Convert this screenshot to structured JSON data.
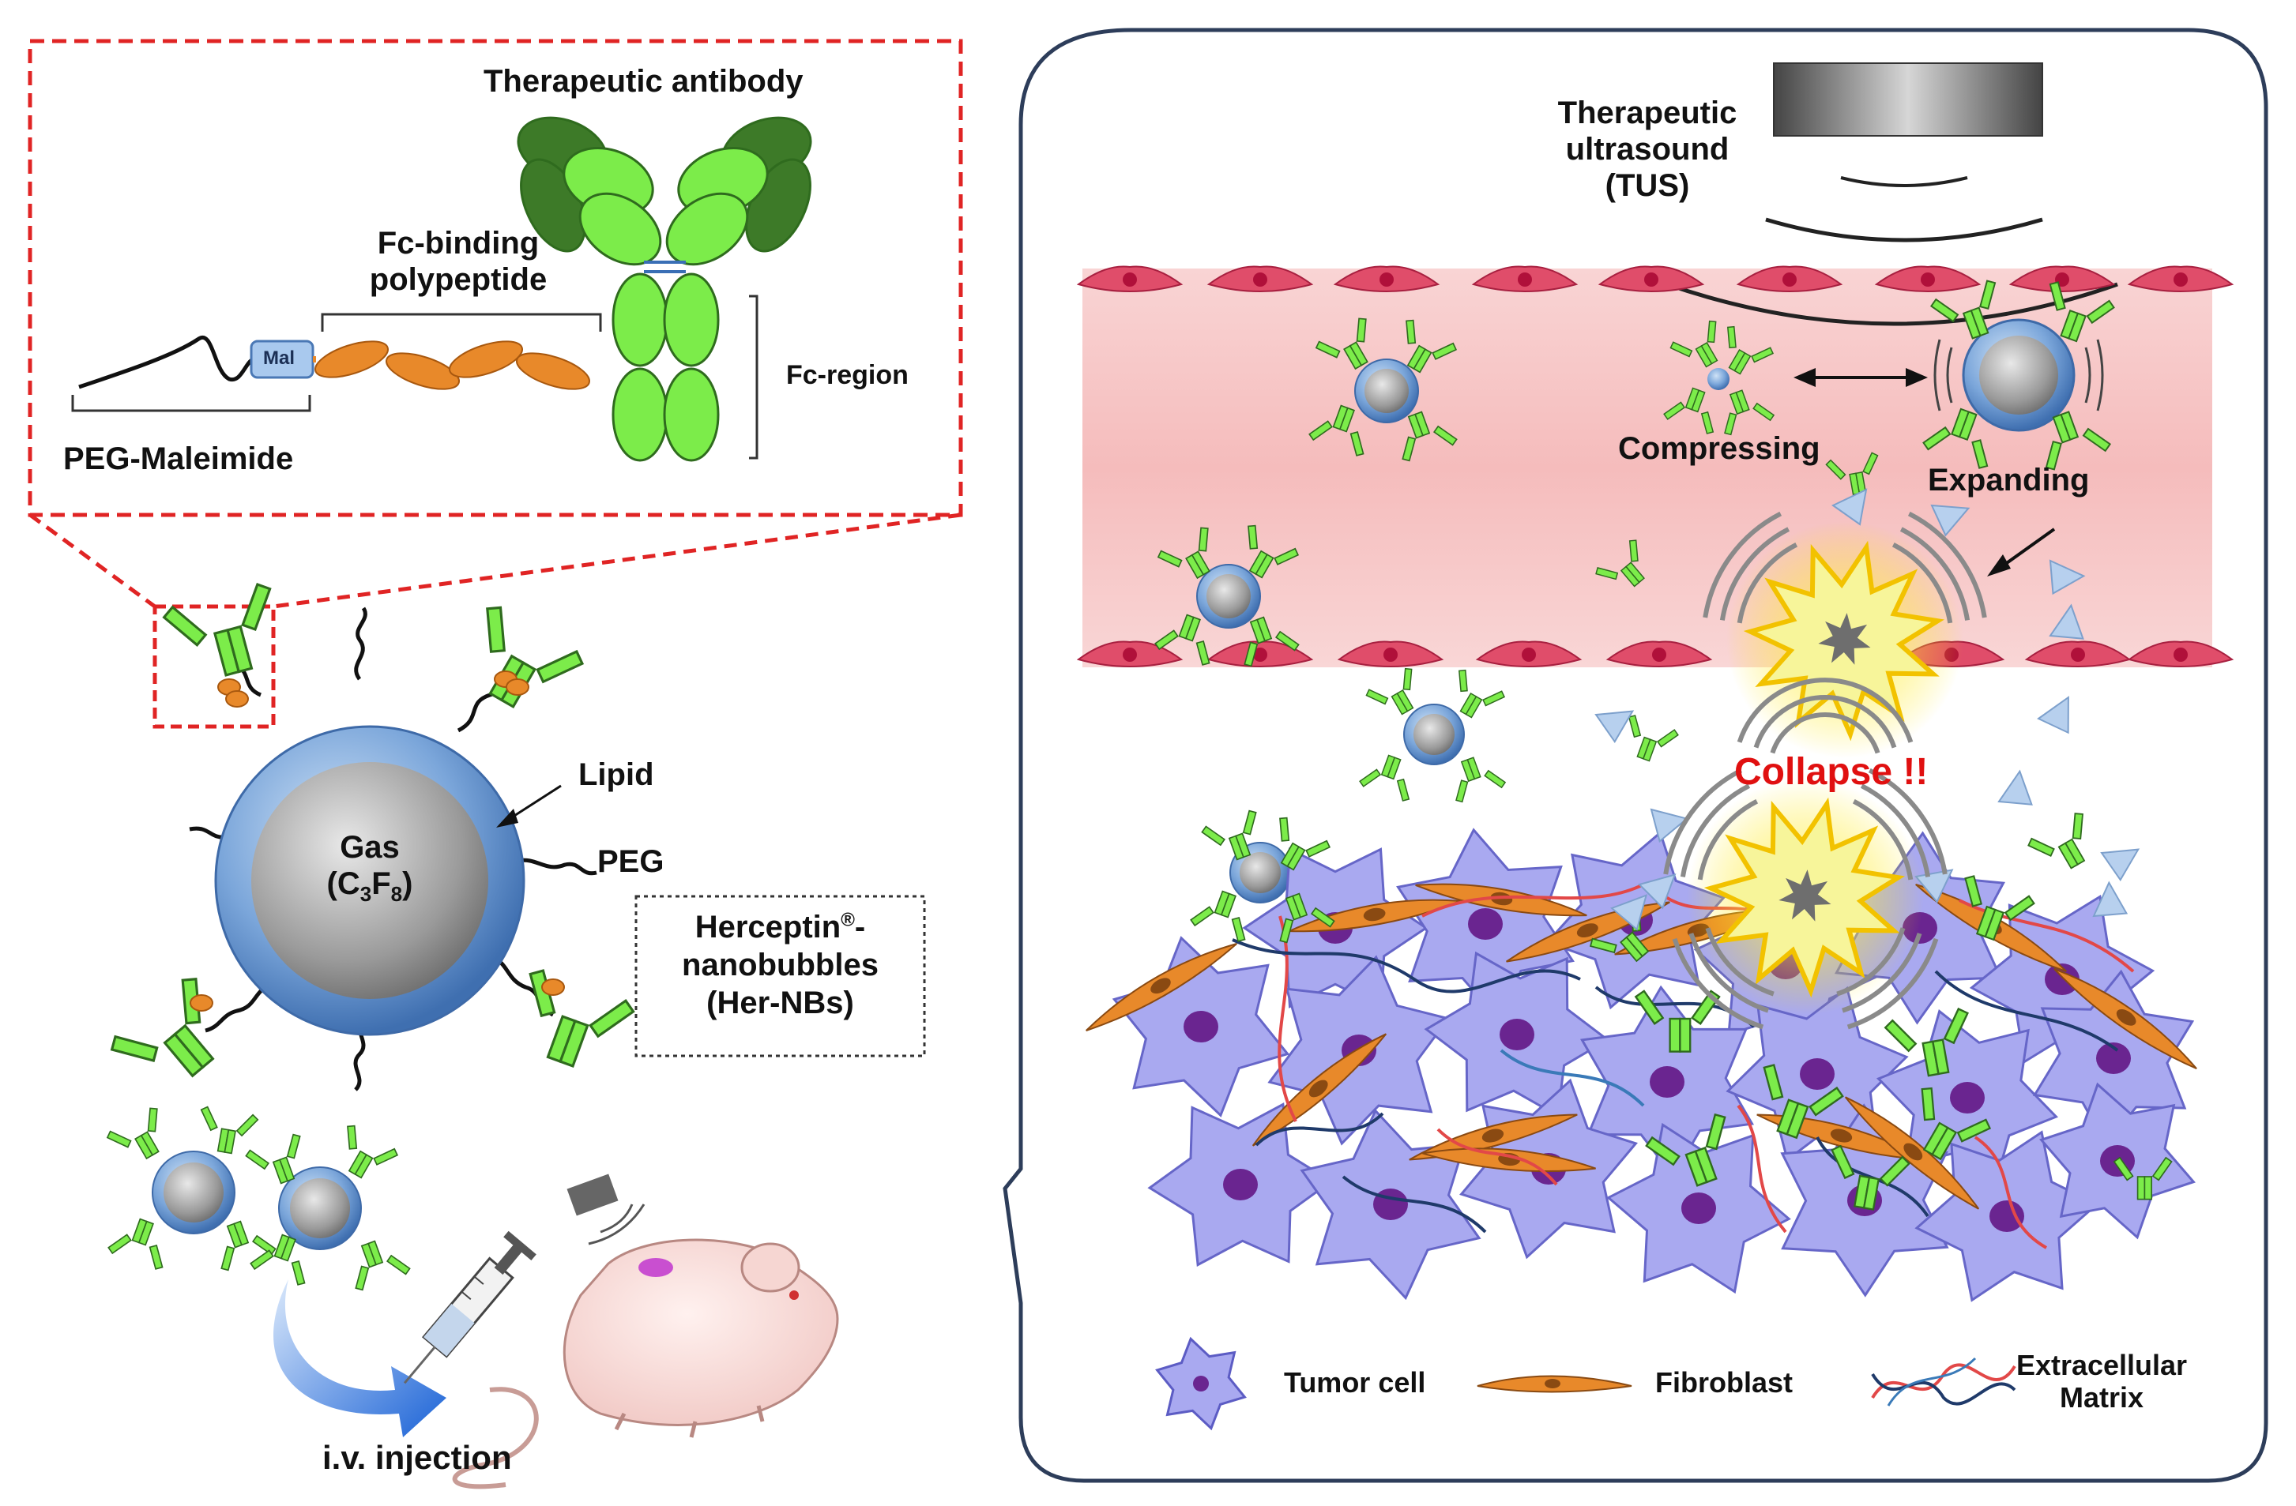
{
  "inset": {
    "therapeutic_antibody": "Therapeutic antibody",
    "fc_binding_line1": "Fc-binding",
    "fc_binding_line2": "polypeptide",
    "mal": "Mal",
    "peg_maleimide": "PEG-Maleimide",
    "fc_region": "Fc-region"
  },
  "bubble": {
    "gas": "Gas",
    "gas_formula": "(C",
    "sub3": "3",
    "f": "F",
    "sub8": "8",
    "close": ")",
    "lipid": "Lipid",
    "peg": "PEG"
  },
  "product": {
    "line1_a": "Herceptin",
    "line1_sup": "®",
    "line1_b": "-",
    "line2": "nanobubbles",
    "line3": "(Her-NBs)"
  },
  "injection": "i.v. injection",
  "tus": {
    "line1": "Therapeutic",
    "line2": "ultrasound",
    "line3": "(TUS)"
  },
  "vessel": {
    "compressing": "Compressing",
    "expanding": "Expanding",
    "collapse": "Collapse !!"
  },
  "legend": {
    "tumor_cell": "Tumor cell",
    "fibroblast": "Fibroblast",
    "ecm_line1": "Extracellular",
    "ecm_line2": "Matrix"
  },
  "colors": {
    "inset_border": "#e02424",
    "antibody_light": "#7cec4a",
    "antibody_dark": "#3d7a28",
    "linker": "#e8892a",
    "bubble": "#7aa8dc",
    "vessel": "#f7c4c4",
    "endothelial": "#e04d6a",
    "tumor": "#a9a9f0",
    "nucleus": "#6a2590",
    "collapse_text": "#e01010",
    "arrow_blue": "#1f6fd9"
  }
}
